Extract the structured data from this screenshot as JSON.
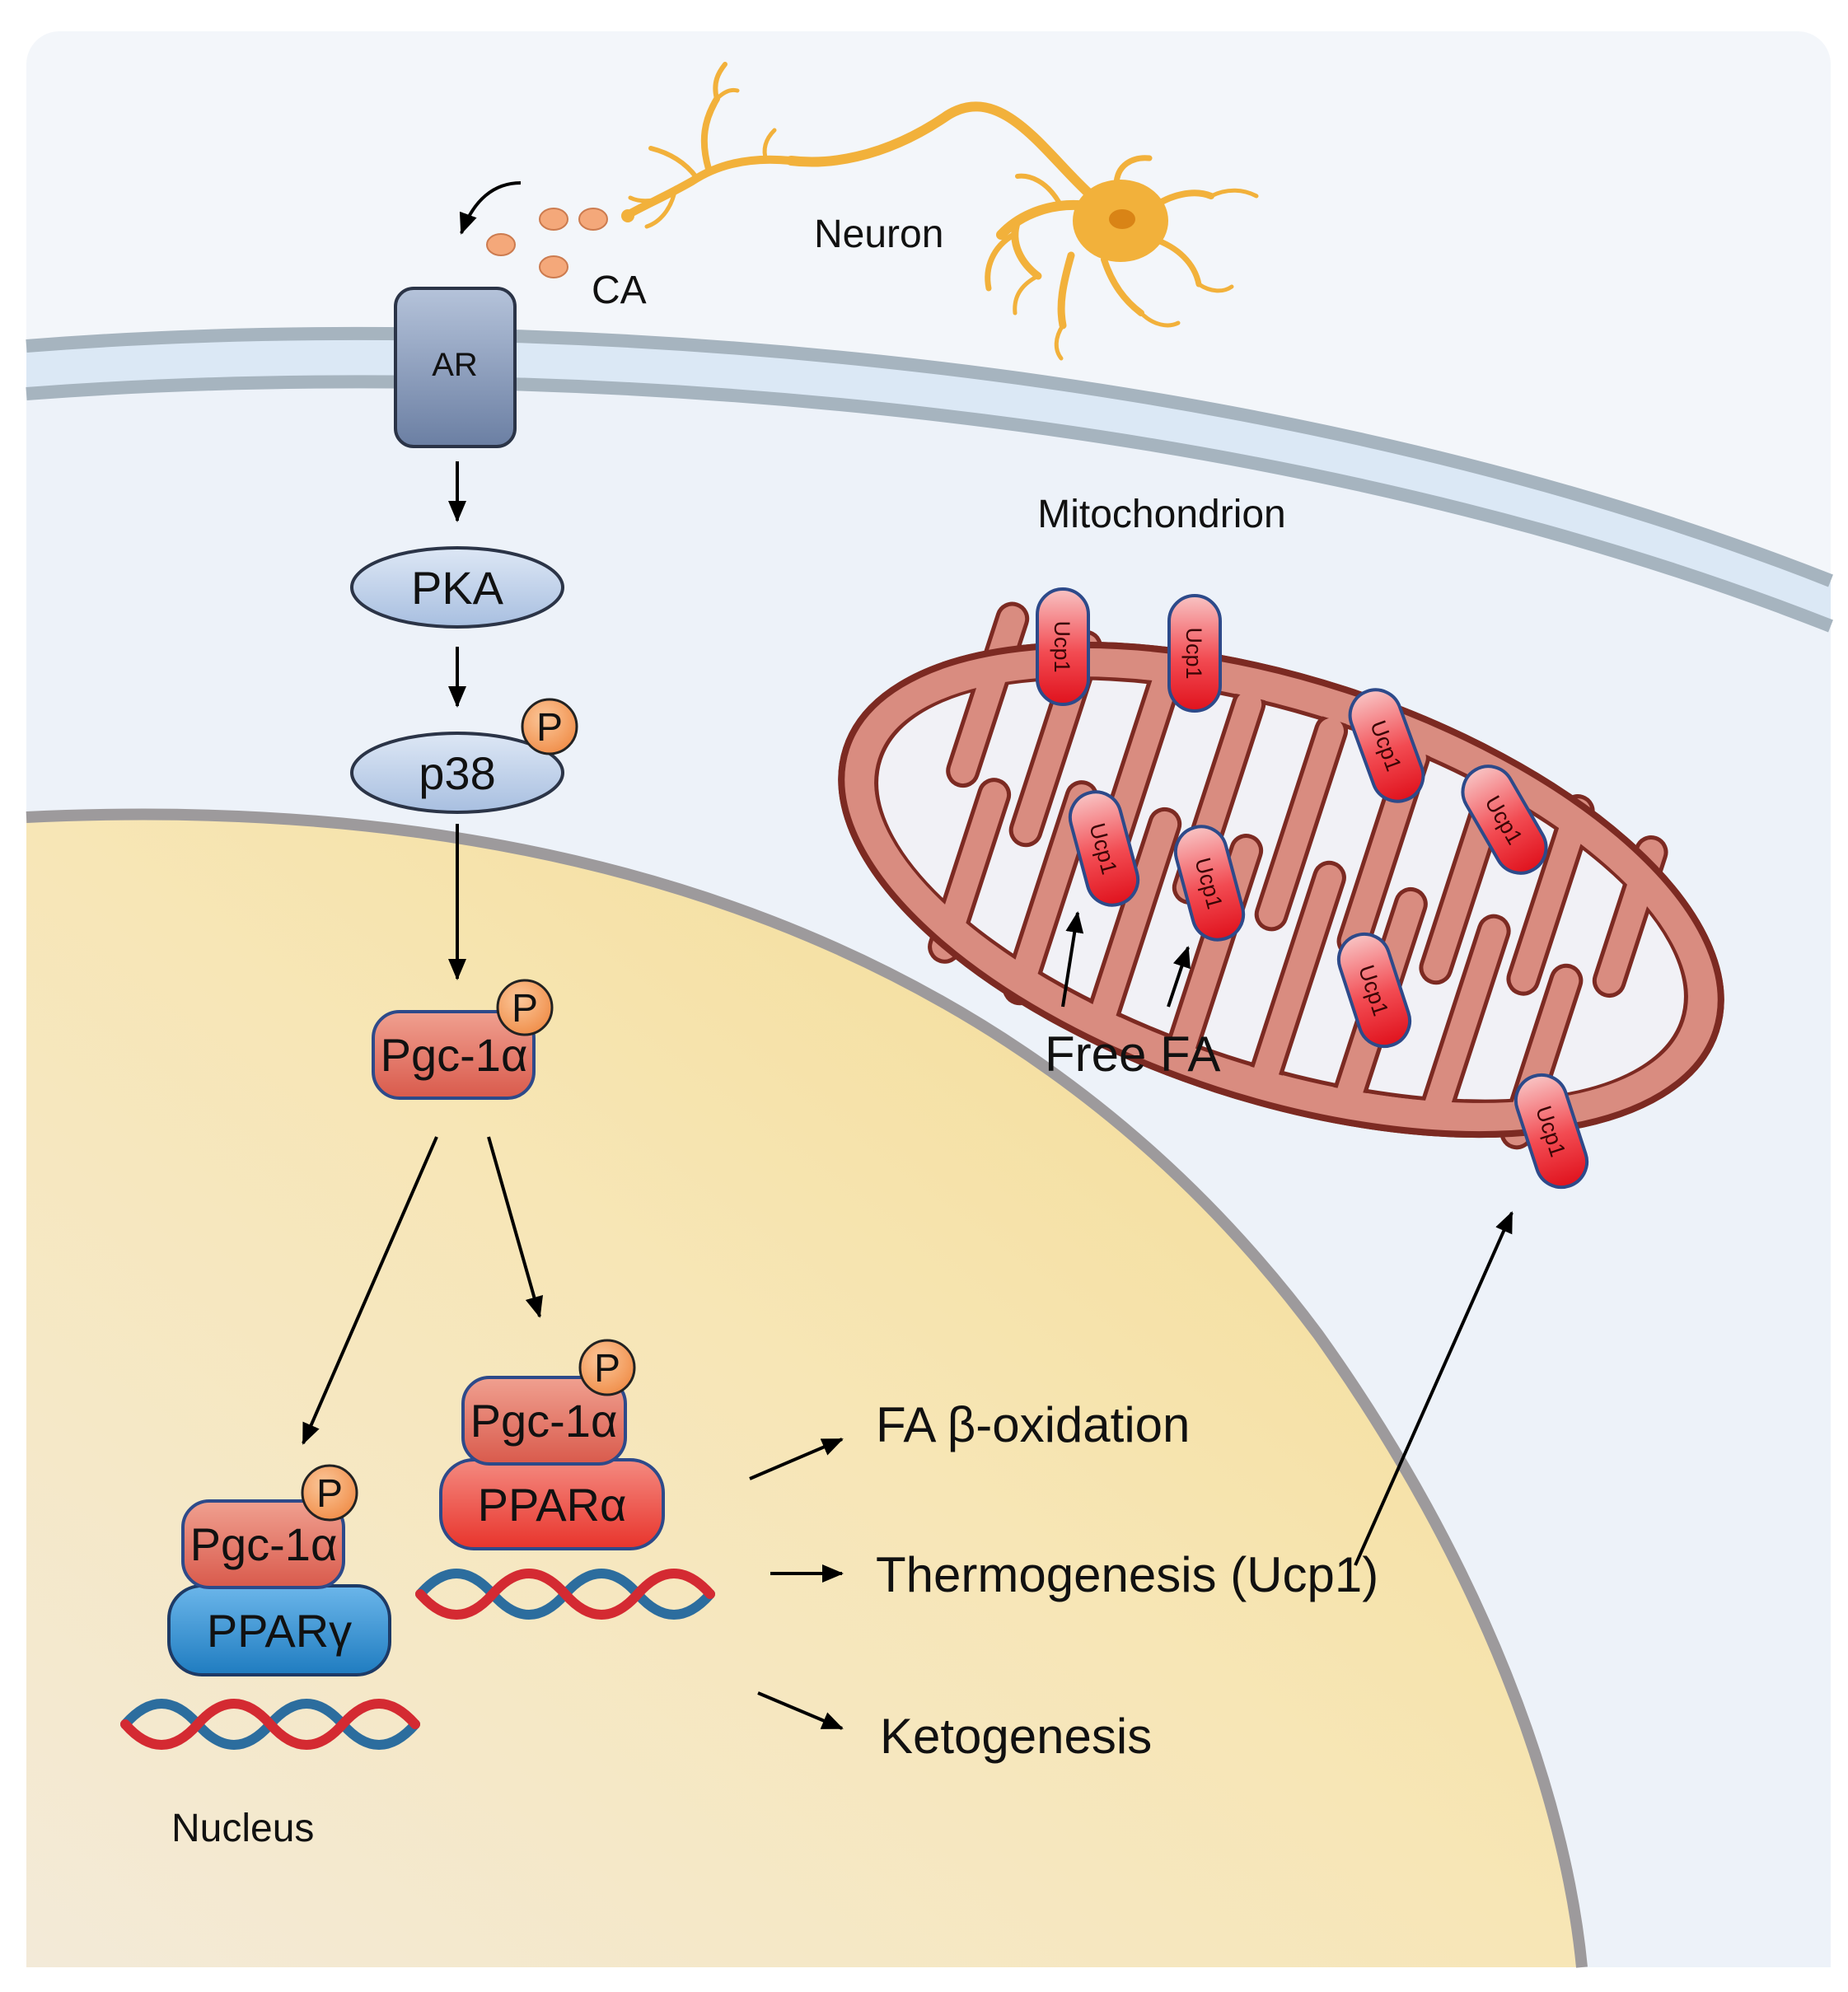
{
  "labels": {
    "neuron": "Neuron",
    "ca": "CA",
    "ar": "AR",
    "pka": "PKA",
    "p38": "p38",
    "phospho": "P",
    "pgc1a": "Pgc-1α",
    "ppara": "PPARα",
    "pparg": "PPARγ",
    "mitochondrion": "Mitochondrion",
    "ucp1": "Ucp1",
    "free_fa": "Free FA",
    "fa_beta_oxidation": "FA β-oxidation",
    "thermogenesis": "Thermogenesis (Ucp1)",
    "ketogenesis": "Ketogenesis",
    "nucleus": "Nucleus"
  },
  "colors": {
    "cytoplasm": "#edf2f9",
    "membrane_line": "#a4b3be",
    "membrane_fill": "#dde9f5",
    "nucleus_fill": "#f4e3ae",
    "nucleus_border": "#9d9a9c",
    "neuron": "#f2b13b",
    "vesicle": "#f4a87a",
    "receptor": "#8397b8",
    "kinase": "#b7cbe6",
    "phospho": "#f6a15f",
    "pgc1a": "#e47464",
    "ppara": "#ec5148",
    "pparg": "#2d8fd2",
    "dna_red": "#d42a32",
    "dna_blue": "#2c6d9e",
    "mitochondrion": "#d98c80",
    "mito_outline": "#7c2a22",
    "ucp1": "#f02a35"
  }
}
